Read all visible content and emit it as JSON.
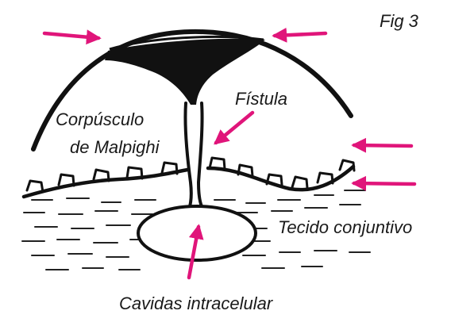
{
  "figure_label": "Fig 3",
  "labels": {
    "corpusculo_line1": "Corpúsculo",
    "corpusculo_line2": "de Malpighi",
    "fistula": "Fístula",
    "tecido": "Tecido conjuntivo",
    "cavidas": "Cavidas intracelular"
  },
  "colors": {
    "ink": "#111111",
    "arrow": "#e0157a",
    "background": "#ffffff"
  }
}
